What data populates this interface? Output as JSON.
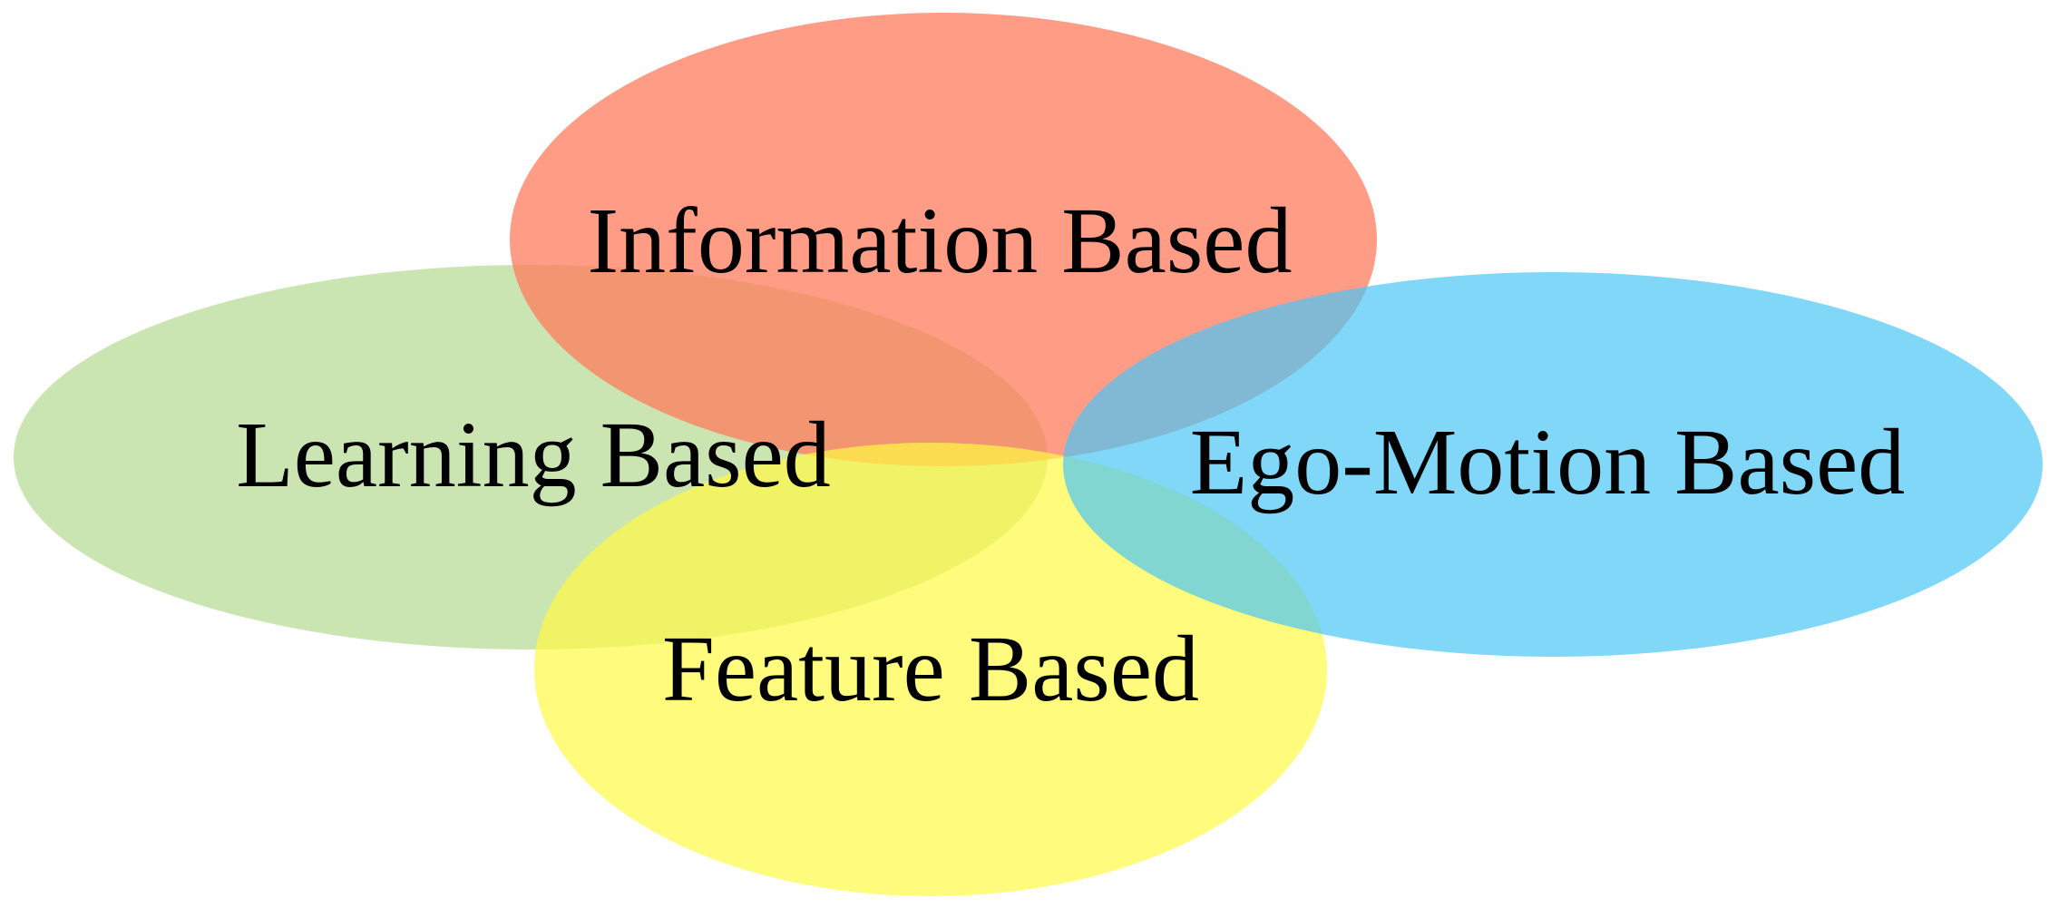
{
  "diagram": {
    "categories": [
      {
        "id": "information",
        "label": "Information Based",
        "color": "#FF7B5C"
      },
      {
        "id": "learning",
        "label": "Learning Based",
        "color": "#A7D37D"
      },
      {
        "id": "ego_motion",
        "label": "Ego-Motion Based",
        "color": "#4CC6F5"
      },
      {
        "id": "feature",
        "label": "Feature Based",
        "color": "#FFFA44"
      }
    ]
  }
}
